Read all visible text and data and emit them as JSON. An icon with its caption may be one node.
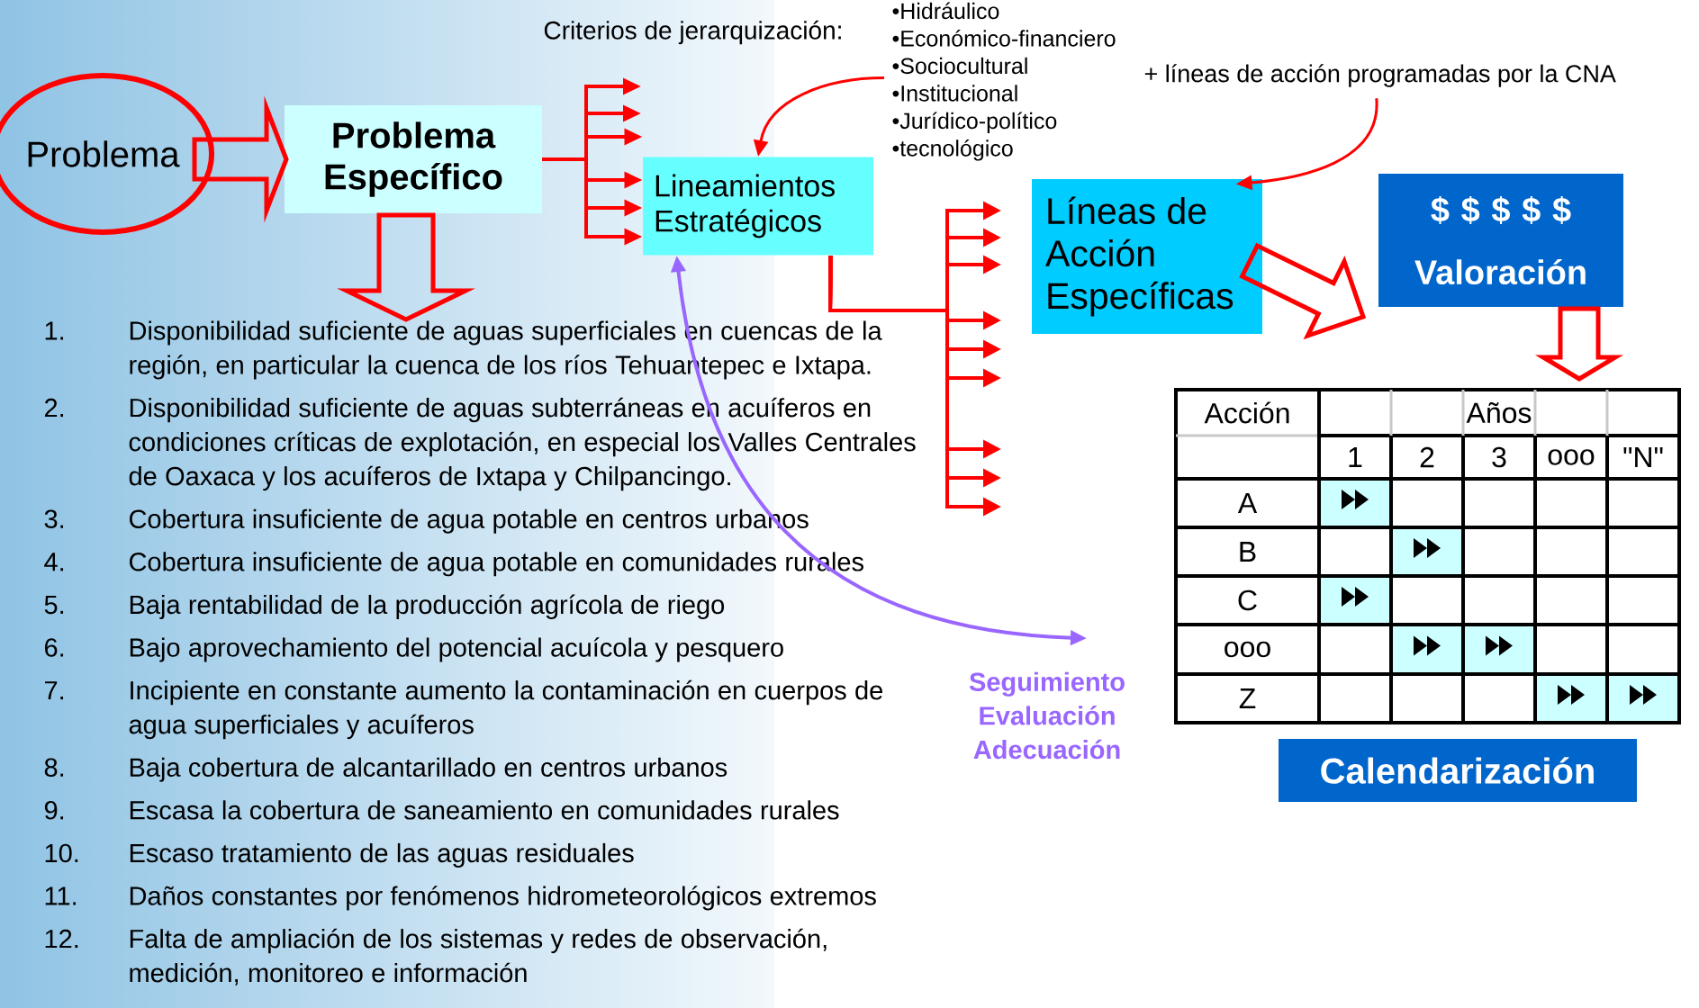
{
  "diagram": {
    "nodes": [
      {
        "text": [
          "Problema"
        ]
      },
      {
        "text": [
          "Problema Específico"
        ]
      },
      {
        "text": [
          "•Hidráulico",
          "•Económico-financiero",
          "•Sociocultural",
          "•Institucional",
          "•Jurídico-político",
          "•tecnológico"
        ]
      },
      {
        "text": [
          "Lineamientos Estratégicos"
        ]
      },
      {
        "text": [
          "+ líneas de acción programadas por la CNA"
        ]
      },
      {
        "text": [
          "Líneas de Acción Específicas"
        ]
      },
      {
        "text": [
          "$ $ $ $ $",
          "Valoración"
        ]
      },
      {
        "text": [],
        "shape": "table"
      },
      {
        "text": [
          "Calendarización"
        ]
      },
      {
        "text": [
          "Seguimiento",
          "Evaluación",
          "Adecuación"
        ]
      },
      {
        "text": [
          "Disponibilidad suficiente de aguas superficiales en cuencas de la región, en particular la cuenca de los ríos Tehuantepec e Ixtapa.",
          "Disponibilidad suficiente de aguas subterráneas en acuíferos en condiciones críticas de explotación, en especial los Valles Centrales de Oaxaca y los acuíferos de Ixtapa y Chilpancingo.",
          "Cobertura insuficiente de agua potable en centros urbanos",
          "Cobertura insuficiente de agua potable en comunidades rurales",
          "Baja rentabilidad de la producción agrícola de riego",
          "Bajo aprovechamiento  del potencial acuícola y pesquero",
          "Incipiente en constante aumento la contaminación en cuerpos de agua superficiales y acuíferos",
          "Baja cobertura de alcantarillado en centros urbanos",
          "Escasa la cobertura de saneamiento en comunidades rurales",
          "Escaso tratamiento de las aguas residuales",
          "Daños constantes por fenómenos hidrometeorológicos extremos",
          "Falta de ampliación de los sistemas y redes de observación, medición, monitoreo e información"
        ],
        "beside": [
          "1.",
          "2.",
          "3.",
          "4.",
          "5.",
          "6.",
          "7.",
          "8.",
          "9.",
          "10.",
          "11.",
          "12."
        ]
      }
    ],
    "edges": [
      {
        "from": 0,
        "to": 1,
        "arrow": "to"
      },
      {
        "from": 1,
        "to": 10,
        "arrow": "to"
      },
      {
        "from": 1,
        "to": null,
        "arrow": "to"
      },
      {
        "from": 1,
        "to": null,
        "arrow": "to"
      },
      {
        "from": 1,
        "to": 3,
        "arrow": "to"
      },
      {
        "from": 1,
        "to": 3,
        "arrow": "to"
      },
      {
        "from": 1,
        "to": 3,
        "arrow": "to"
      },
      {
        "from": 1,
        "to": 3,
        "arrow": "to"
      },
      {
        "from": 2,
        "to": 3,
        "arrow": "to"
      },
      {
        "from": 3,
        "to": null,
        "arrow": "to"
      },
      {
        "from": 3,
        "to": null,
        "arrow": "to"
      },
      {
        "from": 3,
        "to": null,
        "arrow": "to"
      },
      {
        "from": 3,
        "to": null,
        "arrow": "to"
      },
      {
        "from": 3,
        "to": null,
        "arrow": "to"
      },
      {
        "from": 3,
        "to": null,
        "arrow": "to"
      },
      {
        "from": 3,
        "to": null,
        "arrow": "to"
      },
      {
        "from": 3,
        "to": null,
        "arrow": "to"
      },
      {
        "from": 3,
        "to": null,
        "arrow": "to"
      },
      {
        "from": 4,
        "to": 5,
        "arrow": "to"
      },
      {
        "from": 5,
        "to": 6,
        "arrow": "to"
      },
      {
        "from": 6,
        "to": 7,
        "arrow": "to"
      },
      {
        "from": 3,
        "to": 9,
        "arrow": "both",
        "color": "#9966ff"
      }
    ],
    "labels": [
      "Criterios de jerarquización:",
      "Acción",
      "Años",
      "1",
      "2",
      "3",
      "ooo",
      "\"N\"",
      "A",
      "B",
      "C",
      "ooo",
      "Z"
    ]
  }
}
